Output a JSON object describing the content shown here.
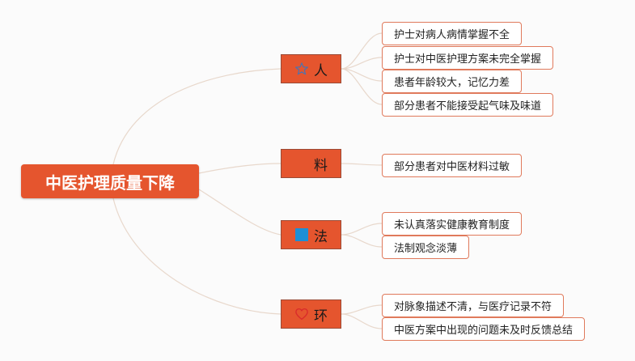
{
  "root": {
    "label": "中医护理质量下降"
  },
  "branches": [
    {
      "label": "人",
      "icon": "star-outline-icon",
      "color": "#4d73b0",
      "leaves": [
        "护士对病人病情掌握不全",
        "护士对中医护理方案未完全掌握",
        "患者年龄较大，记忆力差",
        "部分患者不能接受起气味及味道"
      ]
    },
    {
      "label": "料",
      "icon": "no-icon",
      "color": "#e5552e",
      "leaves": [
        "部分患者对中医材料过敏"
      ]
    },
    {
      "label": "法",
      "icon": "blue-square-icon",
      "color": "#1d8fd6",
      "leaves": [
        "未认真落实健康教育制度",
        "法制观念淡薄"
      ]
    },
    {
      "label": "环",
      "icon": "heart-outline-icon",
      "color": "#d92b2b",
      "leaves": [
        "对脉象描述不清，与医疗记录不符",
        "中医方案中出现的问题未及时反馈总结"
      ]
    }
  ],
  "colors": {
    "node_fill": "#e5552e",
    "leaf_border": "#e07a5c",
    "connector": "#e8d8cc"
  }
}
